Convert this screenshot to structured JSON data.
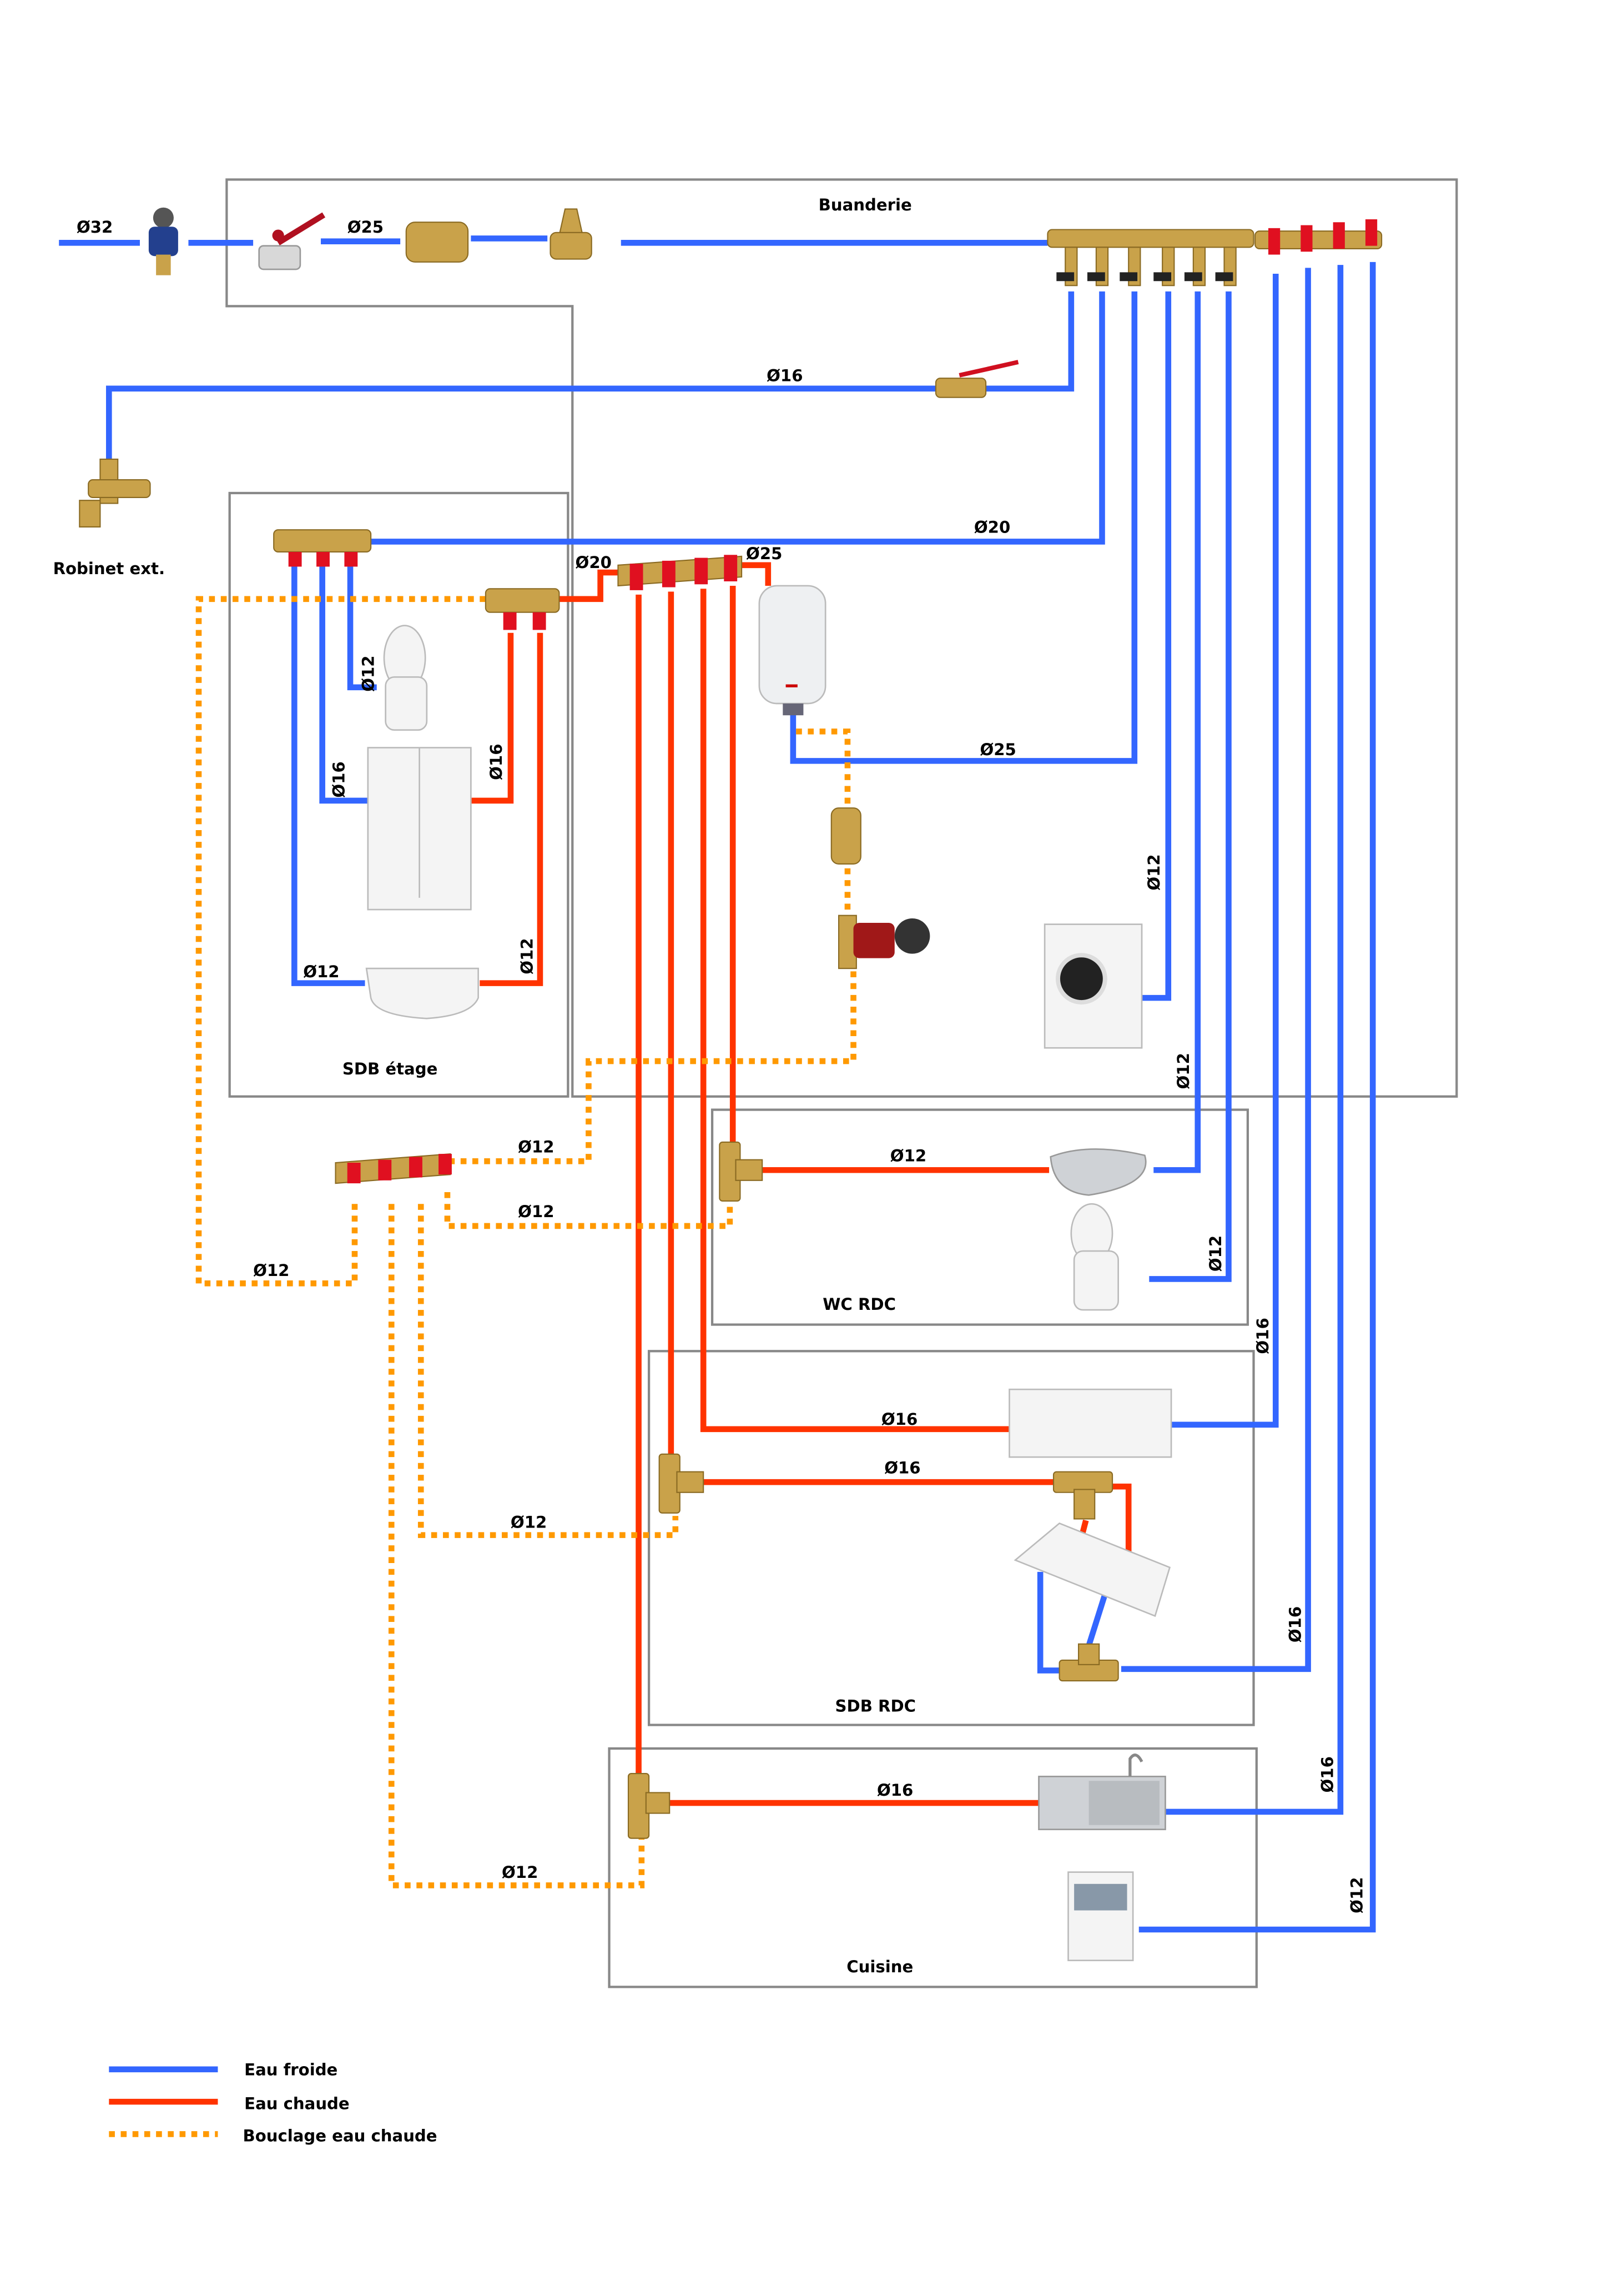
{
  "colors": {
    "cold": "#3366ff",
    "hot": "#ff3300",
    "loop": "#ff9900",
    "room_border": "#888888"
  },
  "rooms": {
    "buanderie": "Buanderie",
    "sdb_etage": "SDB étage",
    "wc_rdc": "WC RDC",
    "sdb_rdc": "SDB RDC",
    "cuisine": "Cuisine"
  },
  "labels": {
    "robinet_ext": "Robinet ext.",
    "d_main_in": "Ø32",
    "d_after_valve": "Ø25",
    "d_ext_tap": "Ø16",
    "d_sdb_etage_cold": "Ø20",
    "d_hot_to_manifold": "Ø20",
    "d_heater_out": "Ø25",
    "d_heater_in": "Ø25",
    "d_wc_etage": "Ø12",
    "d_shower_cold": "Ø16",
    "d_shower_hot": "Ø16",
    "d_basin_etage_cold": "Ø12",
    "d_basin_etage_hot": "Ø12",
    "d_washer": "Ø12",
    "d_wc_rdc_basin_cold": "Ø12",
    "d_wc_rdc_basin_hot": "Ø12",
    "d_wc_rdc_toilet": "Ø12",
    "d_bath_cold": "Ø16",
    "d_bath_hot": "Ø16",
    "d_vanity_hot": "Ø16",
    "d_vanity_cold": "Ø16",
    "d_sink_hot": "Ø16",
    "d_sink_cold": "Ø16",
    "d_dishwasher": "Ø12",
    "d_loop_1": "Ø12",
    "d_loop_2": "Ø12",
    "d_loop_3": "Ø12",
    "d_loop_4": "Ø12",
    "d_loop_5": "Ø12"
  },
  "legend": [
    {
      "type": "cold",
      "label": "Eau froide"
    },
    {
      "type": "hot",
      "label": "Eau chaude"
    },
    {
      "type": "loop",
      "label": "Bouclage eau chaude"
    }
  ]
}
